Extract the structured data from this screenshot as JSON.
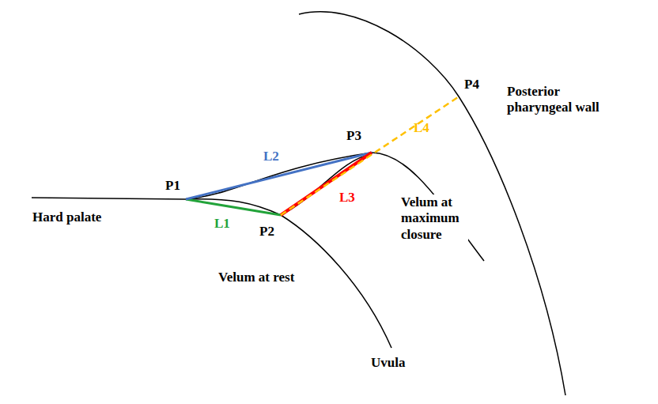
{
  "diagram": {
    "labels": [
      "P4",
      "P3",
      "L2",
      "L4",
      "Posterior pharyngeal wall",
      "P1",
      "L3",
      "Velum at maximum closure",
      "Hard palate",
      "L1",
      "P2",
      "Velum at rest",
      "Uvula"
    ]
  }
}
